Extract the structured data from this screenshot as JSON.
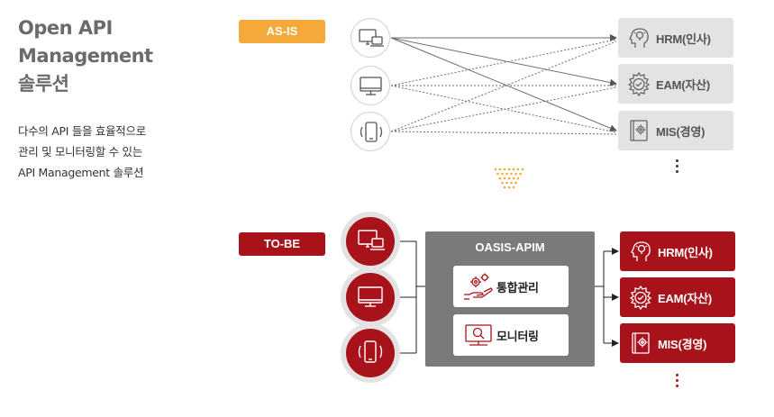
{
  "title": {
    "line1": "Open API",
    "line2": "Management",
    "line3": "솔루션"
  },
  "description": {
    "line1": "다수의 API 들을 효율적으로",
    "line2": "관리 및 모니터링할 수 있는",
    "line3": "API Management 솔루션"
  },
  "as_is": {
    "tag": "AS-IS",
    "devices": [
      {
        "icon": "pc-laptop-icon"
      },
      {
        "icon": "monitor-icon"
      },
      {
        "icon": "mobile-icon"
      }
    ],
    "systems": [
      {
        "label": "HRM(인사)",
        "icon": "head-bulb-icon"
      },
      {
        "label": "EAM(자산)",
        "icon": "gear-check-icon"
      },
      {
        "label": "MIS(경영)",
        "icon": "book-gear-icon"
      }
    ]
  },
  "to_be": {
    "tag": "TO-BE",
    "platform_title": "OASIS-APIM",
    "functions": [
      {
        "label": "통합관리",
        "icon": "hand-gears-icon"
      },
      {
        "label": "모니터링",
        "icon": "monitor-search-icon"
      }
    ],
    "systems": [
      {
        "label": "HRM(인사)",
        "icon": "head-bulb-icon"
      },
      {
        "label": "EAM(자산)",
        "icon": "gear-check-icon"
      },
      {
        "label": "MIS(경영)",
        "icon": "book-gear-icon"
      }
    ]
  },
  "colors": {
    "accent_red": "#a8131b",
    "accent_orange": "#f4a93a",
    "platform_grey": "#7a7a7c",
    "system_grey": "#e3e3e3"
  }
}
